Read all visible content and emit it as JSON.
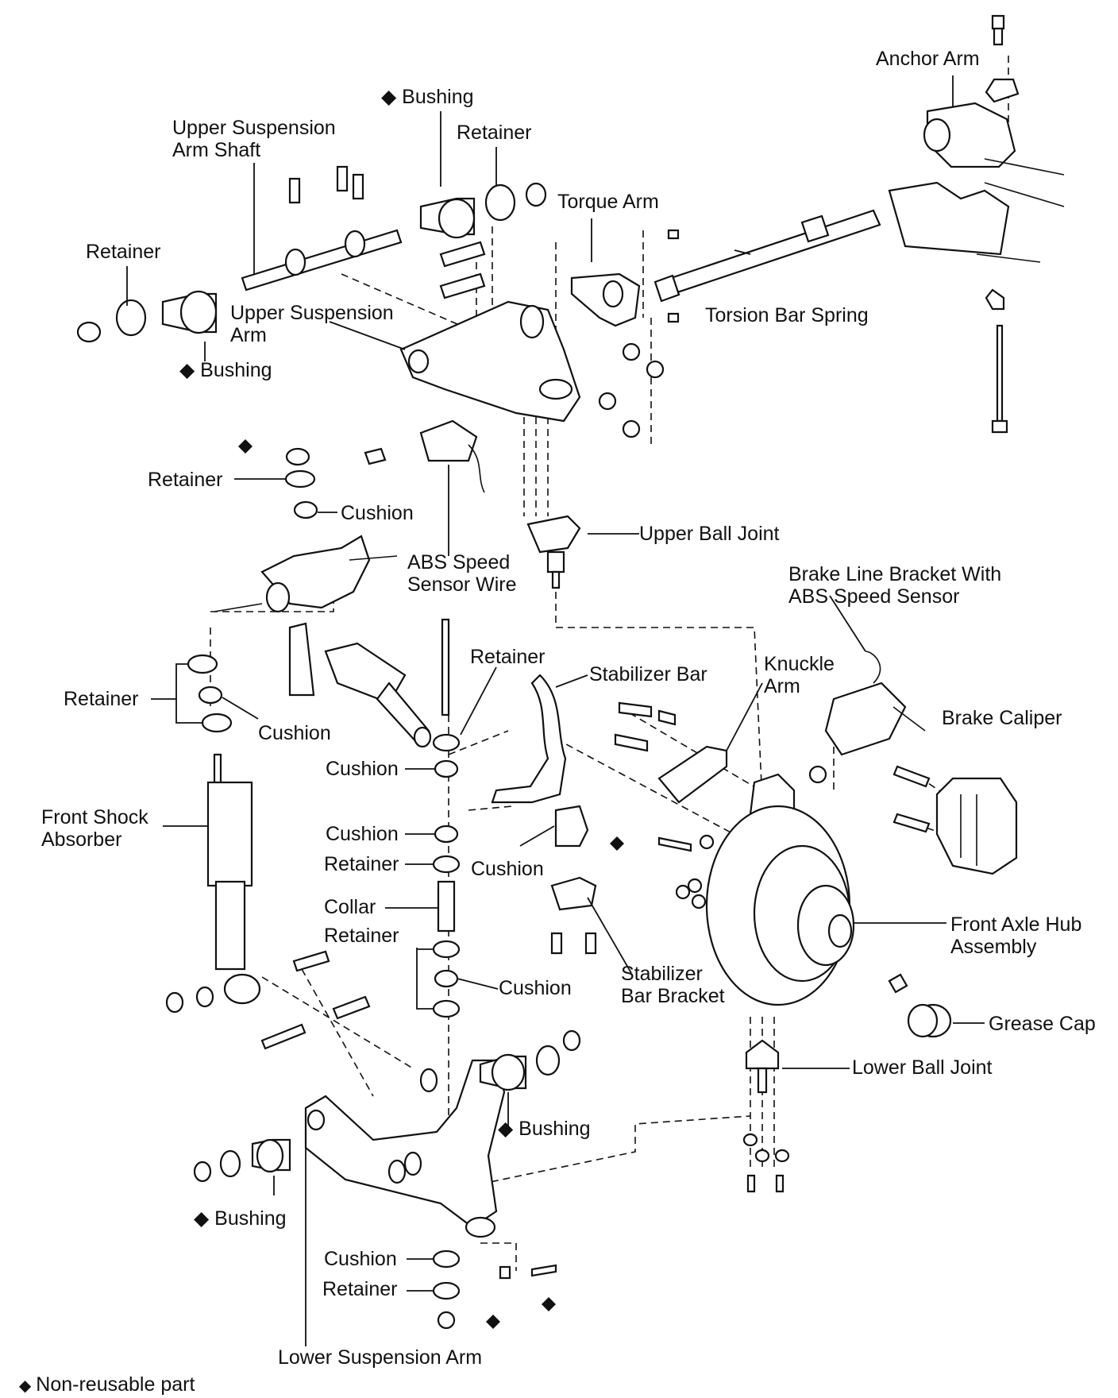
{
  "labels": {
    "anchor_arm": "Anchor Arm",
    "bushing_top": "◆ Bushing",
    "retainer_top": "Retainer",
    "upper_arm_shaft": "Upper Suspension\nArm Shaft",
    "torque_arm": "Torque Arm",
    "retainer_left": "Retainer",
    "upper_arm": "Upper Suspension\nArm",
    "torsion_bar": "Torsion Bar Spring",
    "bushing_left": "◆ Bushing",
    "retainer_mid": "Retainer",
    "cushion_top": "Cushion",
    "abs_wire": "ABS Speed\nSensor Wire",
    "upper_ball_joint": "Upper Ball Joint",
    "brake_line_bracket": "Brake Line Bracket With\nABS Speed Sensor",
    "retainer_stab": "Retainer",
    "stabilizer_bar": "Stabilizer Bar",
    "knuckle_arm": "Knuckle\nArm",
    "retainer_group_left": "Retainer",
    "brake_caliper": "Brake Caliper",
    "cushion_left": "Cushion",
    "cushion_stack1": "Cushion",
    "front_shock": "Front Shock\nAbsorber",
    "cushion_stack2": "Cushion",
    "retainer_stack2": "Retainer",
    "cushion_bracket": "Cushion",
    "collar": "Collar",
    "front_axle_hub": "Front Axle Hub\nAssembly",
    "retainer_stack3": "Retainer",
    "cushion_stack3": "Cushion",
    "stab_bracket": "Stabilizer\nBar Bracket",
    "grease_cap": "Grease Cap",
    "lower_ball_joint": "Lower Ball Joint",
    "bushing_lower_right": "◆ Bushing",
    "bushing_lower_left": "◆ Bushing",
    "cushion_bottom": "Cushion",
    "retainer_bottom": "Retainer",
    "lower_arm": "Lower Suspension Arm"
  },
  "legend": {
    "symbol": "◆",
    "text": "Non-reusable part"
  }
}
